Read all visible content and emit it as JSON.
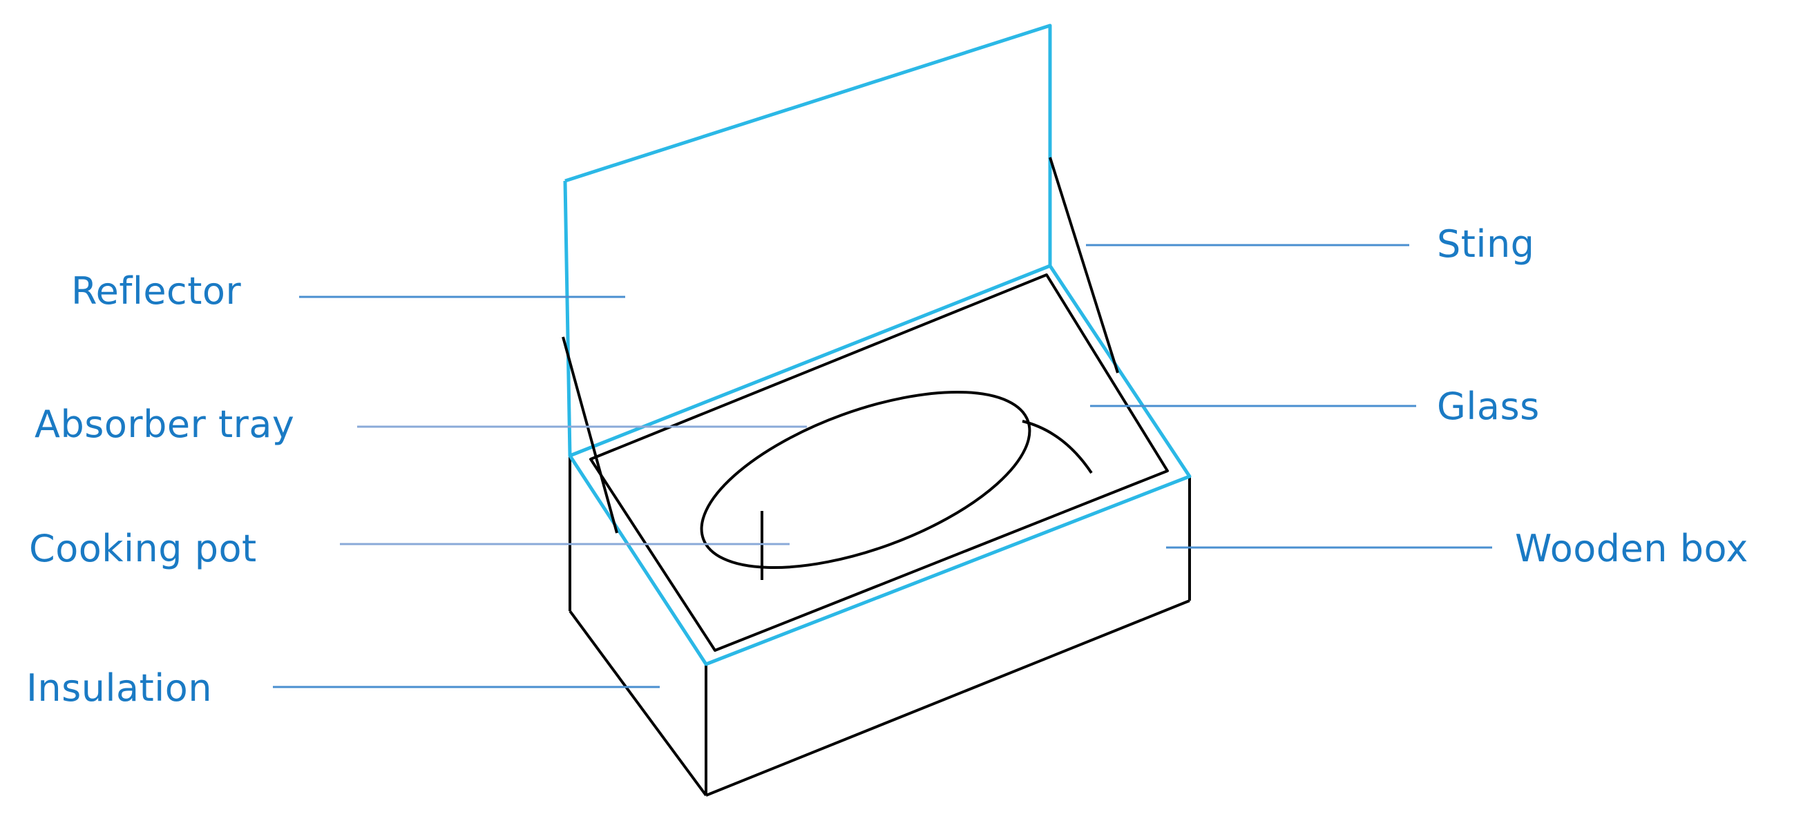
{
  "colors": {
    "label": "#1a7ac4",
    "leader": "#4a8fd0",
    "leader_light": "#8aaad8",
    "cyan_edge": "#2bb8e6",
    "outline": "#000000"
  },
  "labels": {
    "reflector": "Reflector",
    "absorber_tray": "Absorber tray",
    "cooking_pot": "Cooking pot",
    "insulation": "Insulation",
    "sting": "Sting",
    "glass": "Glass",
    "wooden_box": "Wooden box"
  }
}
